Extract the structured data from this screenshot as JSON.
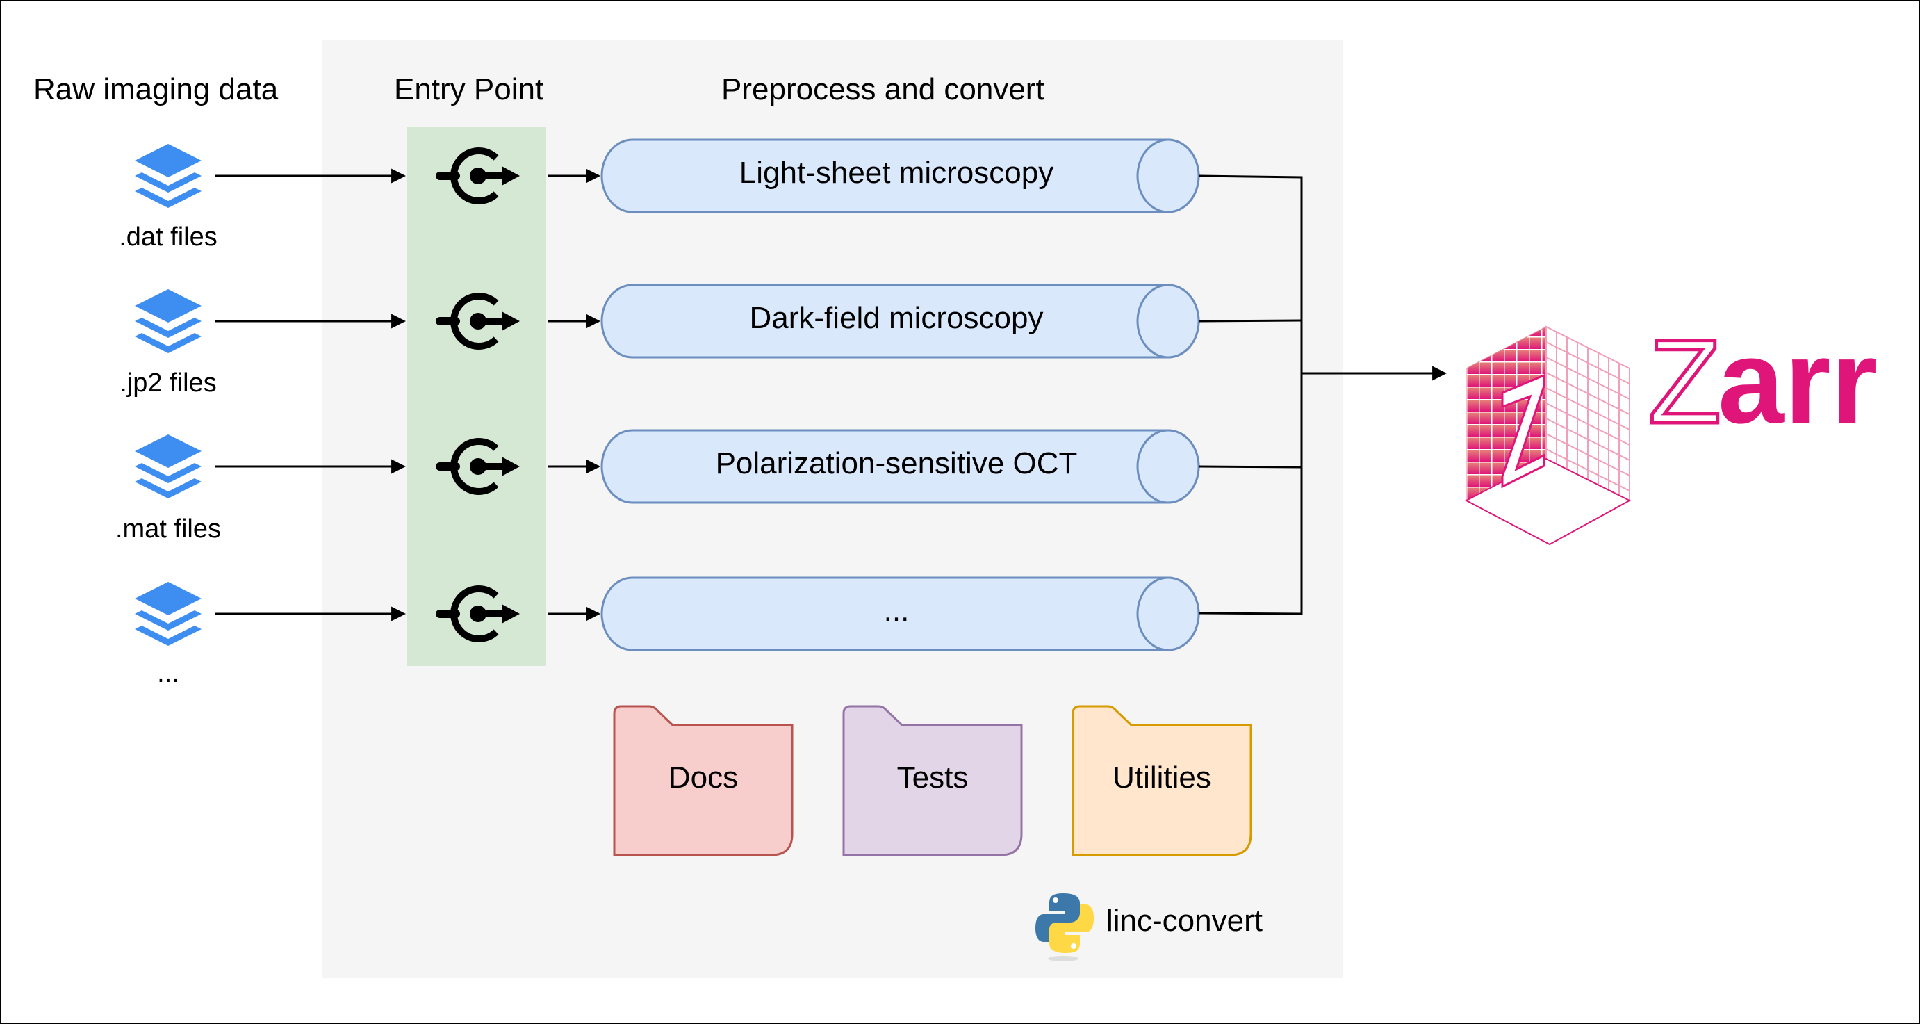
{
  "headers": {
    "raw_data": "Raw imaging data",
    "entry_point": "Entry Point",
    "preprocess": "Preprocess and convert"
  },
  "inputs": [
    {
      "label": ".dat files",
      "icon": "layers-icon"
    },
    {
      "label": ".jp2 files",
      "icon": "layers-icon"
    },
    {
      "label": ".mat files",
      "icon": "layers-icon"
    },
    {
      "label": "...",
      "icon": "layers-icon"
    }
  ],
  "entry_point_icon": "entry-point-plug-icon",
  "modalities": [
    {
      "label": "Light-sheet microscopy"
    },
    {
      "label": "Dark-field microscopy"
    },
    {
      "label": "Polarization-sensitive OCT"
    },
    {
      "label": "..."
    }
  ],
  "folders": [
    {
      "label": "Docs",
      "fill": "#f8cecc",
      "stroke": "#b85450"
    },
    {
      "label": "Tests",
      "fill": "#e1d5e7",
      "stroke": "#9673a6"
    },
    {
      "label": "Utilities",
      "fill": "#ffe6cc",
      "stroke": "#d79b00"
    }
  ],
  "package": {
    "label": "linc-convert",
    "icon": "python-logo-icon"
  },
  "output": {
    "label_outline": "Z",
    "label_solid": "arr",
    "icon": "zarr-logo-icon"
  },
  "colors": {
    "panel": "#f5f5f5",
    "entry_column": "#d5e8d4",
    "cylinder_fill": "#dae8fc",
    "cylinder_stroke": "#6c8ebf",
    "layers_blue": "#3d8ef0",
    "zarr_pink": "#e0157a"
  }
}
